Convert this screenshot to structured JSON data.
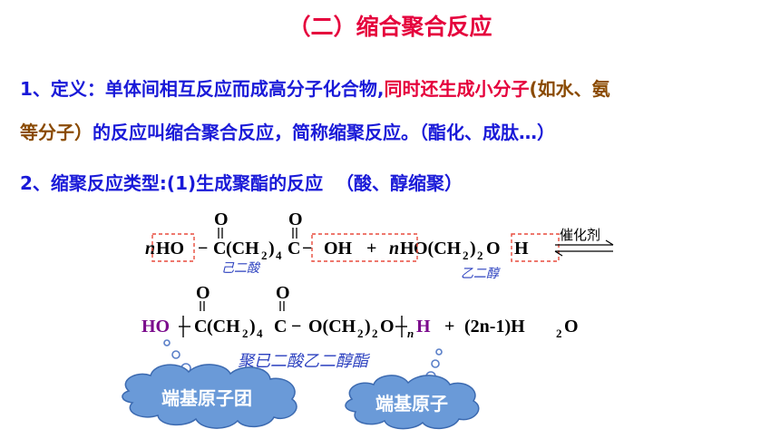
{
  "title": "（二）缩合聚合反应",
  "definition": {
    "prefix": "1、定义：单体间相互反应而成高分子化合物,",
    "highlight": "同时还生成小分子",
    "paren_open": "(",
    "example": "如水、氨",
    "line2_example": "等分子）",
    "line2_text": "的反应叫缩合聚合反应，简称缩聚反应。（酯化、成肽…）"
  },
  "types": {
    "prefix": "2、缩聚反应类型:",
    "item": "(1)生成聚酯的反应",
    "note": "（酸、醇缩聚）"
  },
  "reaction1": {
    "n1": "n",
    "ho": "HO",
    "dash1": "−",
    "c1": "C",
    "ch2": "(CH",
    "sub2": "2",
    "close": ")",
    "sub4": "4",
    "c2": "C",
    "dash2": "−",
    "oh": "OH",
    "plus": "+",
    "n2": "n",
    "h": "H",
    "o_ch2": "O(CH",
    "sub2b": "2",
    "close2": ")",
    "sub2c": "2",
    "o2": "O",
    "h2": "H",
    "carbonyl_o": "O",
    "label_acid": "己二酸",
    "label_glycol": "乙二醇",
    "catalyst": "催化剂"
  },
  "reaction2": {
    "ho": "HO",
    "c1": "C",
    "ch2": "(CH",
    "sub2": "2",
    "close": ")",
    "sub4": "4",
    "c2": "C",
    "dash": "−",
    "o_ch2": "O(CH",
    "sub2b": "2",
    "close2": ")",
    "sub2c": "2",
    "o3": "O",
    "sub_n": "n",
    "h": "H",
    "plus": "+",
    "water": "(2n-1)H",
    "water_sub": "2",
    "water_o": "O",
    "carbonyl_o": "O",
    "polymer_name": "聚已二酸乙二醇酯"
  },
  "clouds": {
    "end_group_1": "端基原子团",
    "end_group_2": "端基原子"
  },
  "colors": {
    "title": "#e5003c",
    "body": "#1a1ad8",
    "highlight": "#e5003c",
    "example": "#8a4a00",
    "end_group": "#7b0a8c",
    "dashed_box": "#e84c3d",
    "cloud_fill": "#6a9ad8",
    "cloud_text": "#ffffff"
  }
}
